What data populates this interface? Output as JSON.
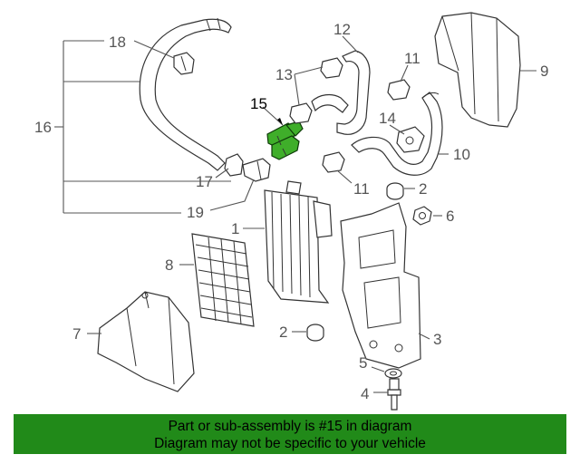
{
  "callouts": {
    "c1": "1",
    "c2a": "2",
    "c2b": "2",
    "c3": "3",
    "c4": "4",
    "c5": "5",
    "c6": "6",
    "c7": "7",
    "c8": "8",
    "c9": "9",
    "c10": "10",
    "c11a": "11",
    "c11b": "11",
    "c12": "12",
    "c13": "13",
    "c14": "14",
    "c15": "15",
    "c16": "16",
    "c17": "17",
    "c18": "18",
    "c19": "19"
  },
  "highlight": {
    "part_number": "15",
    "color": "#3fae2a"
  },
  "banner": {
    "line1": "Part or sub-assembly is #15 in diagram",
    "line2": "Diagram may not be specific to your vehicle",
    "background": "#218a19"
  }
}
